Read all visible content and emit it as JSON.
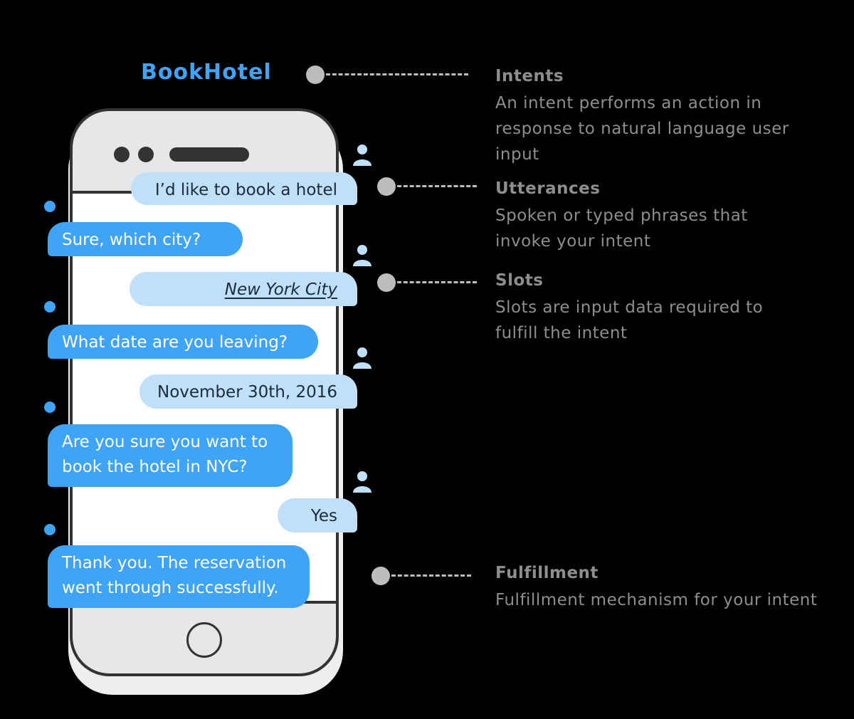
{
  "title": "BookHotel",
  "colors": {
    "accent": "#3fa4f5",
    "user_bubble": "#c0e0fa",
    "label": "#8e8e8e"
  },
  "conversation": [
    {
      "speaker": "user",
      "text": "I’d like to book a hotel"
    },
    {
      "speaker": "bot",
      "text": "Sure, which city?"
    },
    {
      "speaker": "user",
      "text": "New York City"
    },
    {
      "speaker": "bot",
      "text": "What date are you leaving?"
    },
    {
      "speaker": "user",
      "text": "November 30th, 2016"
    },
    {
      "speaker": "bot",
      "text": "Are you sure you want to\nbook the hotel in NYC?"
    },
    {
      "speaker": "user",
      "text": "Yes"
    },
    {
      "speaker": "bot",
      "text": "Thank you. The reservation\nwent through successfully."
    }
  ],
  "annotations": [
    {
      "title": "Intents",
      "description": "An intent performs an action in response to natural language user input"
    },
    {
      "title": "Utterances",
      "description": "Spoken or typed phrases that invoke your intent"
    },
    {
      "title": "Slots",
      "description": "Slots are input data required to fulfill the intent"
    },
    {
      "title": "Fulfillment",
      "description": "Fulfillment mechanism for your intent"
    }
  ]
}
